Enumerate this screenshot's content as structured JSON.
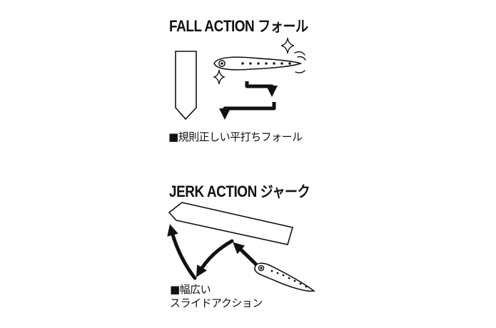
{
  "fall": {
    "title_en": "FALL ACTION",
    "title_jp": "フォール",
    "caption": "■規則正しい平打ちフォール"
  },
  "jerk": {
    "title_en": "JERK ACTION",
    "title_jp": "ジャーク",
    "caption_line1": "■幅広い",
    "caption_line2": "スライドアクション"
  },
  "colors": {
    "ink": "#111111",
    "lure_fill": "#ffffff",
    "background": "#ffffff"
  }
}
